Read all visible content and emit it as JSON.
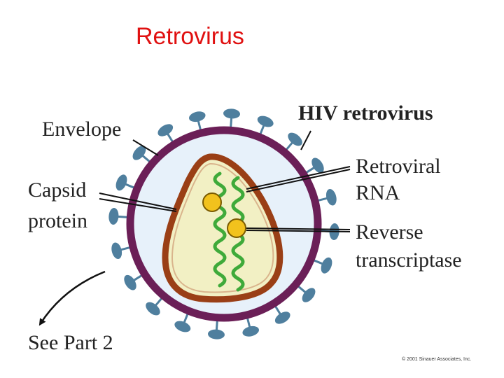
{
  "title": "Retrovirus",
  "labels": {
    "hiv": "HIV retrovirus",
    "envelope": "Envelope",
    "capsid_line1": "Capsid",
    "capsid_line2": "protein",
    "rna_line1": "Retroviral",
    "rna_line2": "RNA",
    "rt_line1": "Reverse",
    "rt_line2": "transcriptase",
    "see_part": "See Part 2"
  },
  "copyright": "© 2001 Sinauer Associates, Inc.",
  "colors": {
    "title": "#e01010",
    "envelope": "#6b1f57",
    "spike": "#4f7f9e",
    "interior": "#e7f1fa",
    "capsid_outline": "#9a3f16",
    "capsid_fill": "#f2f0c4",
    "rna": "#3faa3a",
    "enzyme": "#f2c21d",
    "enzyme_outline": "#7a5a00"
  }
}
